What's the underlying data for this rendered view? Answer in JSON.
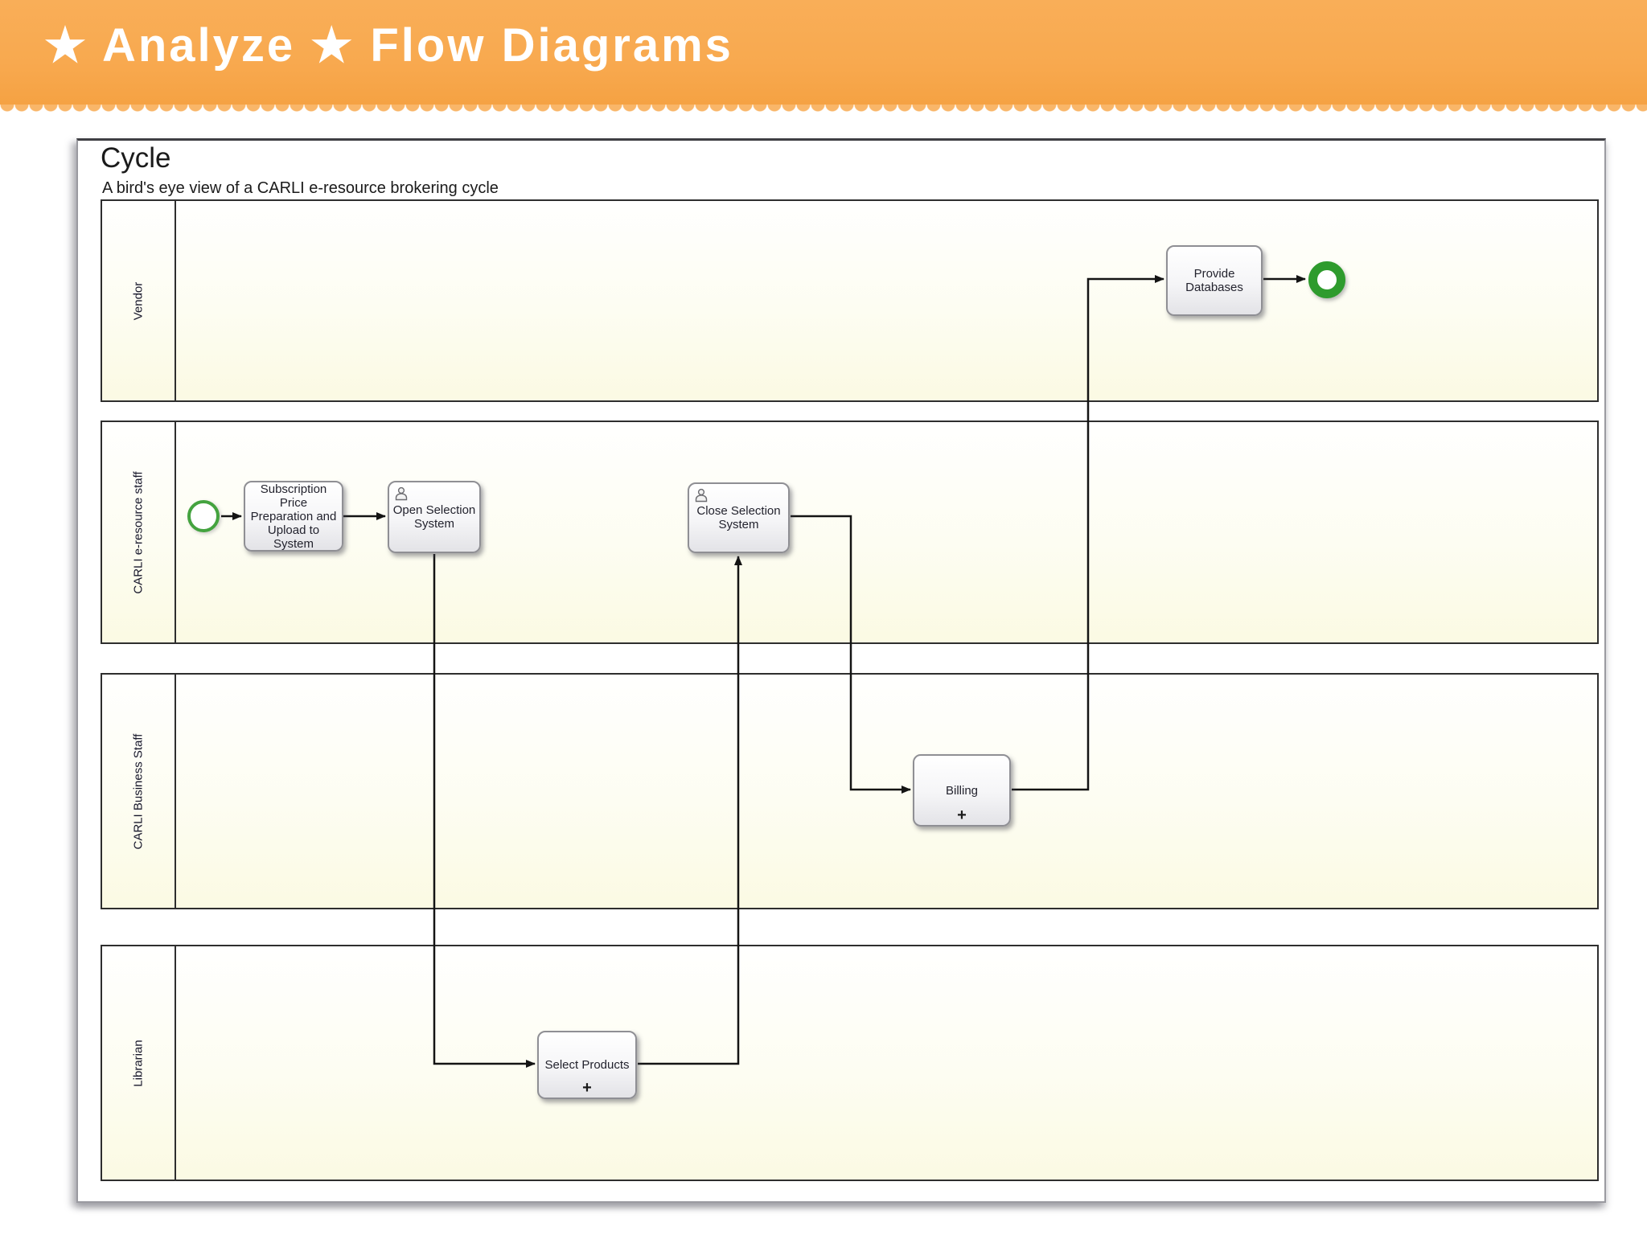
{
  "header": {
    "title": "★ Analyze ★ Flow Diagrams"
  },
  "diagram": {
    "title": "Cycle",
    "subtitle": "A bird's eye view of a CARLI e-resource brokering cycle",
    "lanes": [
      {
        "label": "Vendor"
      },
      {
        "label": "CARLI e-resource staff"
      },
      {
        "label": "CARLI Business Staff"
      },
      {
        "label": "Librarian"
      }
    ],
    "nodes": {
      "subscription": {
        "label": "Subscription Price Preparation and Upload to System"
      },
      "open_selection": {
        "label": "Open Selection System"
      },
      "close_selection": {
        "label": "Close Selection System"
      },
      "select_products": {
        "label": "Select Products",
        "marker": "+"
      },
      "billing": {
        "label": "Billing",
        "marker": "+"
      },
      "provide_databases": {
        "label": "Provide Databases"
      }
    },
    "colors": {
      "header_orange": "#F8A94F",
      "lane_fill_bottom": "#FBFAE3",
      "start_event_green": "#44A33F",
      "end_event_green": "#2E9B2D"
    }
  }
}
